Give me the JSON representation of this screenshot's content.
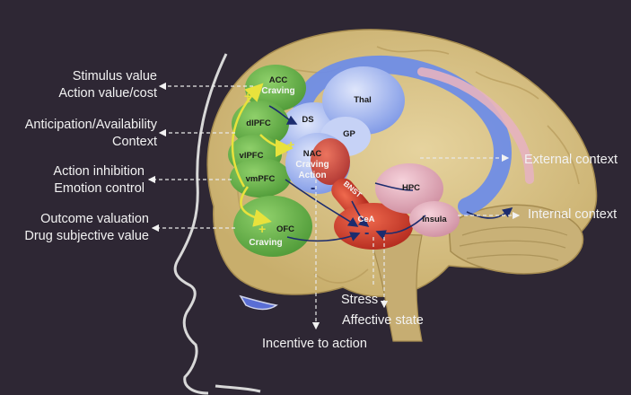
{
  "left_labels": [
    {
      "line1": "Stimulus value",
      "line2": "Action value/cost"
    },
    {
      "line1": "Anticipation/Availability",
      "line2": "Context"
    },
    {
      "line1": "Action inhibition",
      "line2": "Emotion control"
    },
    {
      "line1": "Outcome valuation",
      "line2": "Drug subjective value"
    }
  ],
  "right_labels": {
    "external": "External context",
    "internal": "Internal context"
  },
  "bottom_labels": {
    "stress": "Stress",
    "affective": "Affective state",
    "incentive": "Incentive to action"
  },
  "regions": {
    "acc": "ACC",
    "acc_sub": "Craving",
    "dlpfc": "dlPFC",
    "vlpfc": "vlPFC",
    "vmpfc": "vmPFC",
    "ofc": "OFC",
    "ofc_sub": "Craving",
    "ds": "DS",
    "gp": "GP",
    "thal": "Thal",
    "nac": "NAC",
    "nac_sub1": "Craving",
    "nac_sub2": "Action",
    "bnst": "BNST",
    "cea": "CeA",
    "hpc": "HPC",
    "insula": "Insula"
  },
  "colors": {
    "background": "#2e2734",
    "brain": "#ddc88e",
    "pfc_green": "#6fb64f",
    "striatum_blue": "#9bb3ee",
    "amygdala_red": "#d2412c",
    "insula_pink": "#dea7b6",
    "arrow_yellow": "#e8e23c",
    "head_outline": "#d8d8d8"
  }
}
